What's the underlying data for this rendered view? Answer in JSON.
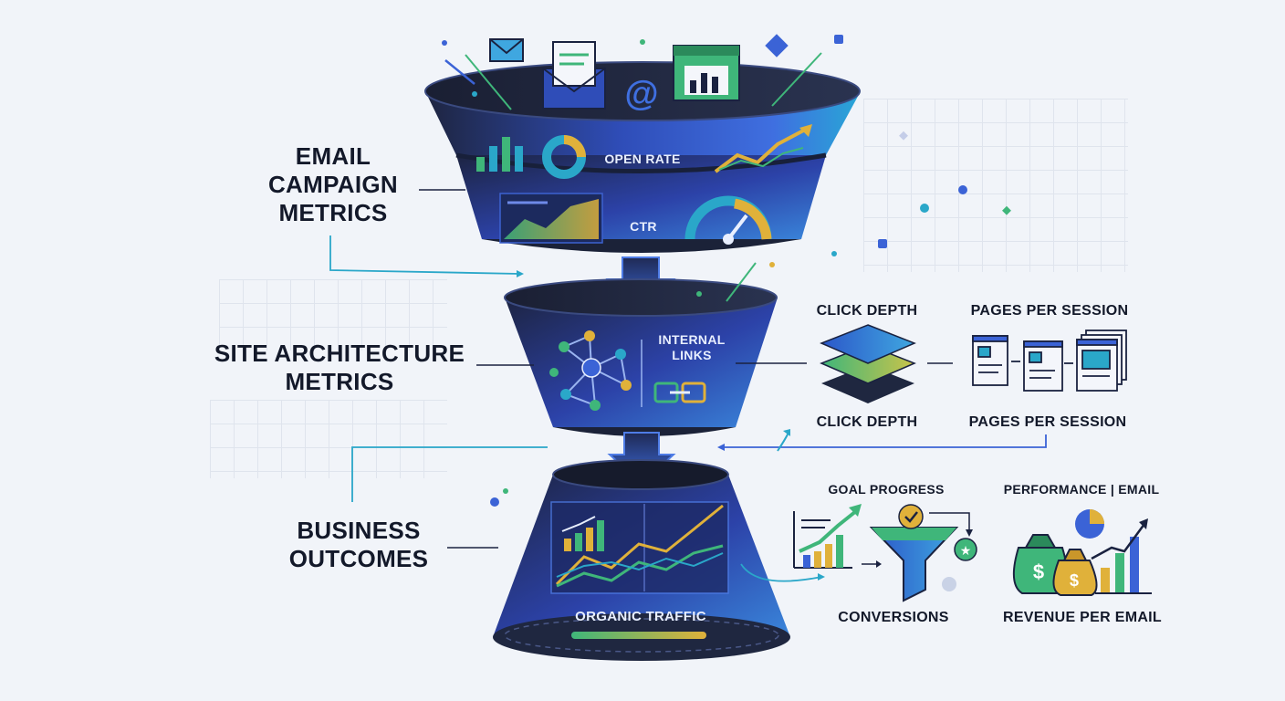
{
  "sections": {
    "email": "EMAIL\nCAMPAIGN\nMETRICS",
    "site": "SITE ARCHITECTURE\nMETRICS",
    "business": "BUSINESS\nOUTCOMES"
  },
  "funnel_labels": {
    "open_rate": "OPEN RATE",
    "ctr": "CTR",
    "internal_links": "INTERNAL\nLINKS",
    "organic_traffic": "ORGANIC TRAFFIC"
  },
  "site_metrics": {
    "click_depth_top": "CLICK DEPTH",
    "pages_per_session_top": "PAGES PER SESSION",
    "click_depth_bottom": "CLICK DEPTH",
    "pages_per_session_bottom": "PAGES PER SESSION"
  },
  "business_metrics": {
    "goal_progress": "GOAL PROGRESS",
    "performance_email": "PERFORMANCE | EMAIL",
    "conversions": "CONVERSIONS",
    "revenue_per_email": "REVENUE PER EMAIL"
  },
  "colors": {
    "funnel_dark": "#1f2740",
    "funnel_blue": "#3b63d6",
    "accent_teal": "#2aa7c9",
    "accent_green": "#3fb67a",
    "accent_gold": "#e0b13a",
    "text_dark": "#13192a"
  }
}
